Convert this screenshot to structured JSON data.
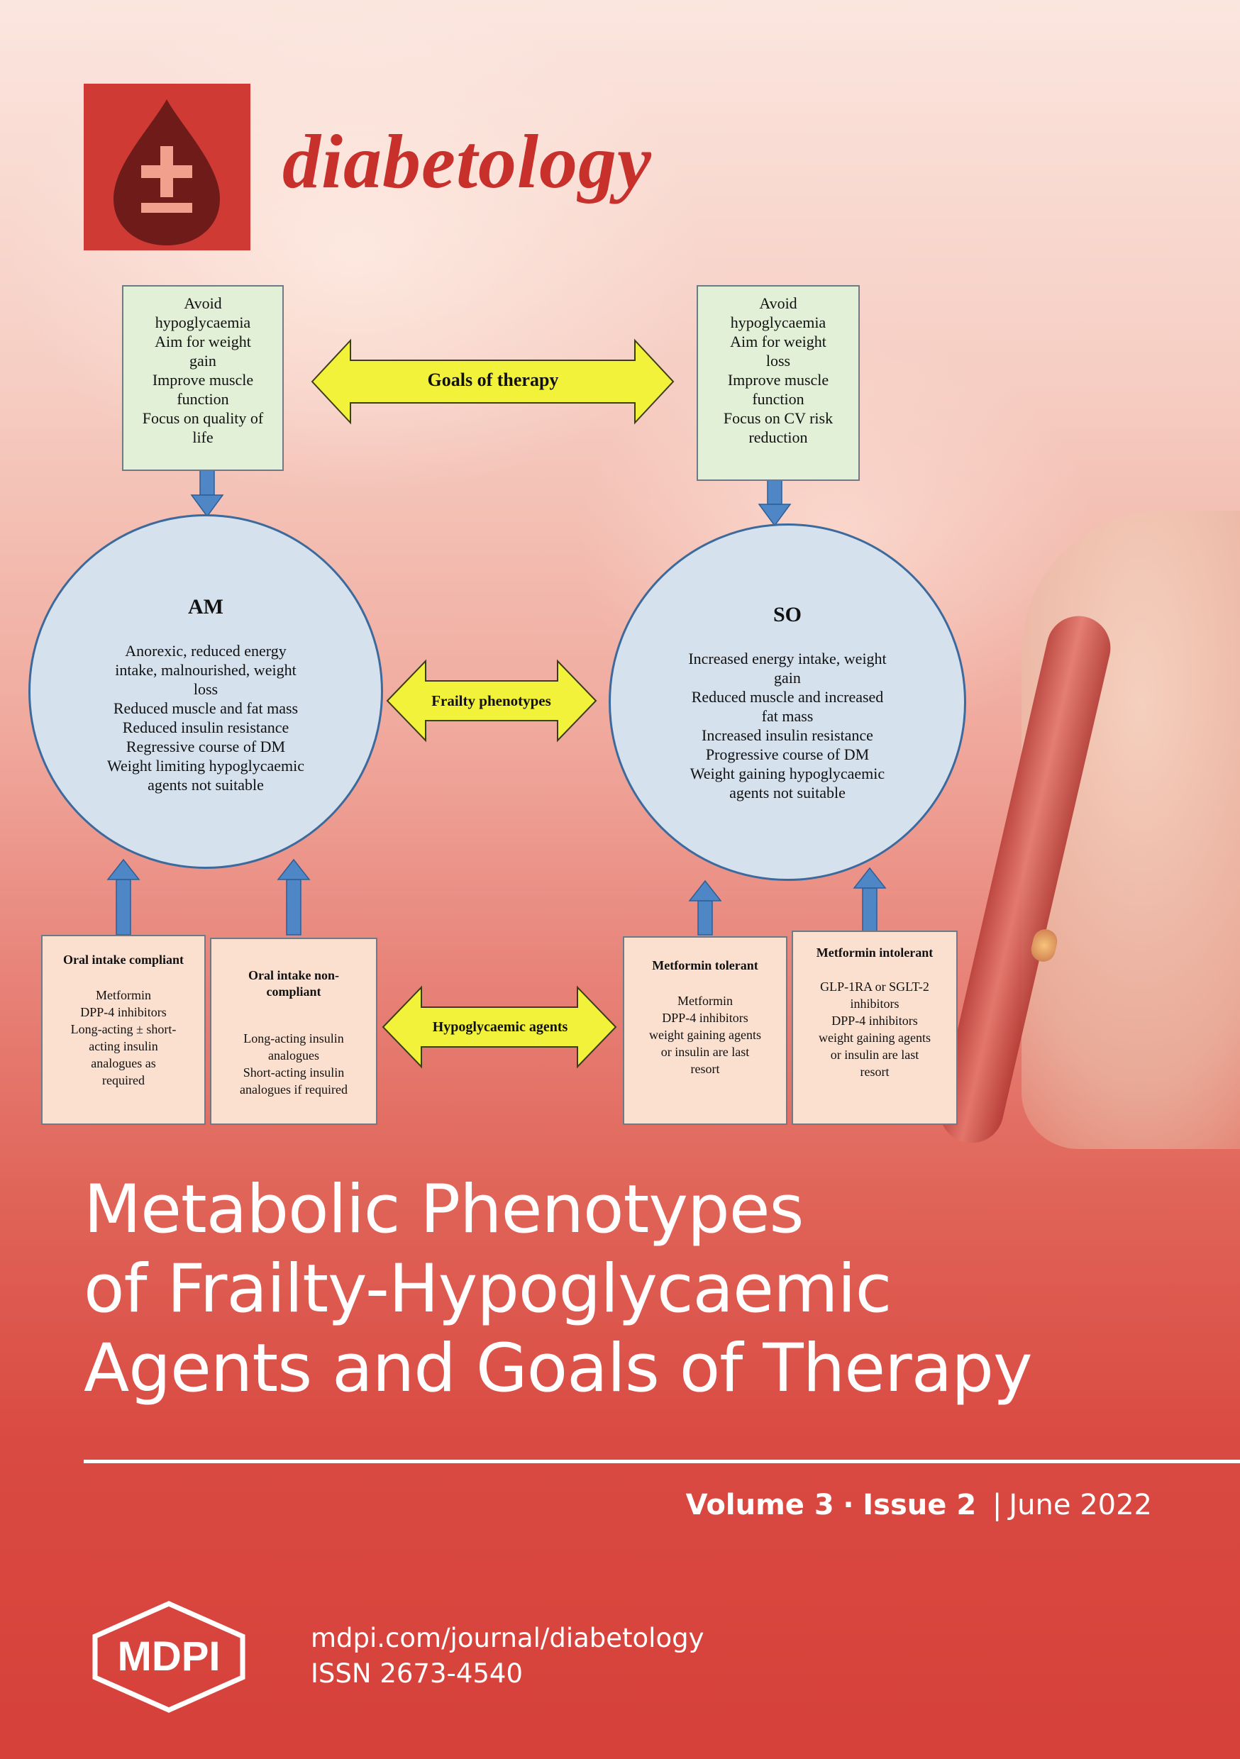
{
  "journal": {
    "name": "diabetology",
    "logo_icon": "blood-drop-plus-minus-icon",
    "brand_color": "#cf3a34"
  },
  "figure": {
    "goal_left": [
      "Avoid",
      "hypoglycaemia",
      "Aim for weight",
      "gain",
      "Improve muscle",
      "function",
      "Focus on quality of",
      "life"
    ],
    "goal_right": [
      "Avoid",
      "hypoglycaemia",
      "Aim for weight",
      "loss",
      "Improve muscle",
      "function",
      "Focus on CV risk",
      "reduction"
    ],
    "arrow_goals": "Goals of therapy",
    "arrow_frailty": "Frailty phenotypes",
    "arrow_agents": "Hypoglycaemic agents",
    "circle_left": {
      "title": "AM",
      "lines": [
        "Anorexic, reduced energy",
        "intake, malnourished, weight",
        "loss",
        "Reduced muscle and fat mass",
        "Reduced insulin resistance",
        "Regressive course of DM",
        "Weight limiting hypoglycaemic",
        "agents not suitable"
      ]
    },
    "circle_right": {
      "title": "SO",
      "lines": [
        "Increased energy intake, weight",
        "gain",
        "Reduced muscle and increased",
        "fat mass",
        "Increased insulin resistance",
        "Progressive course of DM",
        "Weight gaining hypoglycaemic",
        "agents not suitable"
      ]
    },
    "agents": [
      {
        "heading": [
          "Oral intake compliant"
        ],
        "lines": [
          "Metformin",
          "DPP-4 inhibitors",
          "Long-acting ± short-",
          "acting insulin",
          "analogues as",
          "required"
        ]
      },
      {
        "heading": [
          "Oral intake non-",
          "compliant"
        ],
        "lines": [
          "Long-acting insulin",
          "analogues",
          "Short-acting insulin",
          "analogues if required"
        ]
      },
      {
        "heading": [
          "Metformin tolerant"
        ],
        "lines": [
          "Metformin",
          "DPP-4 inhibitors",
          "weight gaining agents",
          "or insulin are last",
          "resort"
        ]
      },
      {
        "heading": [
          "Metformin intolerant"
        ],
        "lines": [
          "GLP-1RA or SGLT-2",
          "inhibitors",
          "DPP-4 inhibitors",
          "weight gaining agents",
          "or insulin are last",
          "resort"
        ]
      }
    ],
    "colors": {
      "goal_fill": "#e2f0d8",
      "agent_fill": "#fbe0cf",
      "circle_fill": "#d6e1ee",
      "arrow_yellow": "#f3f23a",
      "connector_blue": "#4f86c6"
    }
  },
  "title_lines": [
    "Metabolic Phenotypes",
    "of Frailty-Hypoglycaemic",
    "Agents and Goals of Therapy"
  ],
  "issue": {
    "volume": "Volume 3",
    "dot": "·",
    "issue": "Issue 2",
    "divider": "|",
    "date": "June 2022"
  },
  "publisher": {
    "logo_text": "MDPI",
    "url": "mdpi.com/journal/diabetology",
    "issn": "ISSN 2673-4540"
  }
}
